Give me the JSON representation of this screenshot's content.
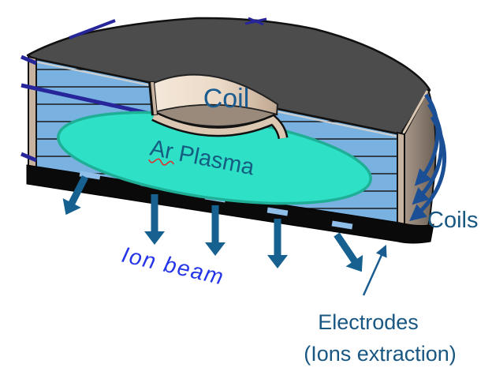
{
  "diagram": {
    "description": "Cutaway schematic of an inductively-coupled Ar plasma ion source",
    "labels": {
      "coil": {
        "text": "Coil",
        "color": "#1A5C90"
      },
      "plasma": {
        "text": "Ar Plasma",
        "color": "#155D80"
      },
      "ion_beam": {
        "text": "Ion beam",
        "color": "#2434E8"
      },
      "coils": {
        "text": "Coils",
        "color": "#195783"
      },
      "electrodes1": {
        "text": "Electrodes",
        "color": "#195783"
      },
      "electrodes2": {
        "text": "(Ions extraction)",
        "color": "#195783"
      }
    },
    "colors": {
      "chamber_top": "#4C4C4C",
      "cross_section": "#79B2E0",
      "plasma_fill": "#2EE0C6",
      "plasma_border": "#1FAE96",
      "recess_wall_light": "#F5E8DA",
      "recess_wall_dark": "#BFA791",
      "recess_floor": "#9A8A7C",
      "recess_band": "#DCC8B2",
      "outer_wall_light": "#A8988A",
      "outer_wall_dark": "#6B5F55",
      "cut_edge_tan": "#C8B2A0",
      "electrode_plate": "#0A0A0A",
      "slot_blue": "#8FBEE8",
      "ion_arrow": "#16618F",
      "coil_arrow": "#1A4F96",
      "field_line": "#26269A",
      "spellcheck_red": "#E03030",
      "lip_gray": "#CFCFCF"
    },
    "icons": {
      "ion_beam_arrows": "five thick arrows pointing down/outward from extraction plate",
      "coil_current_arrows": "three curved arrows wrapping the outer wall",
      "electrodes_pointer": "thin arrow pointing at bottom electrode plate",
      "field_lines": "dark navy magnetic field lines crossing the chamber"
    }
  }
}
